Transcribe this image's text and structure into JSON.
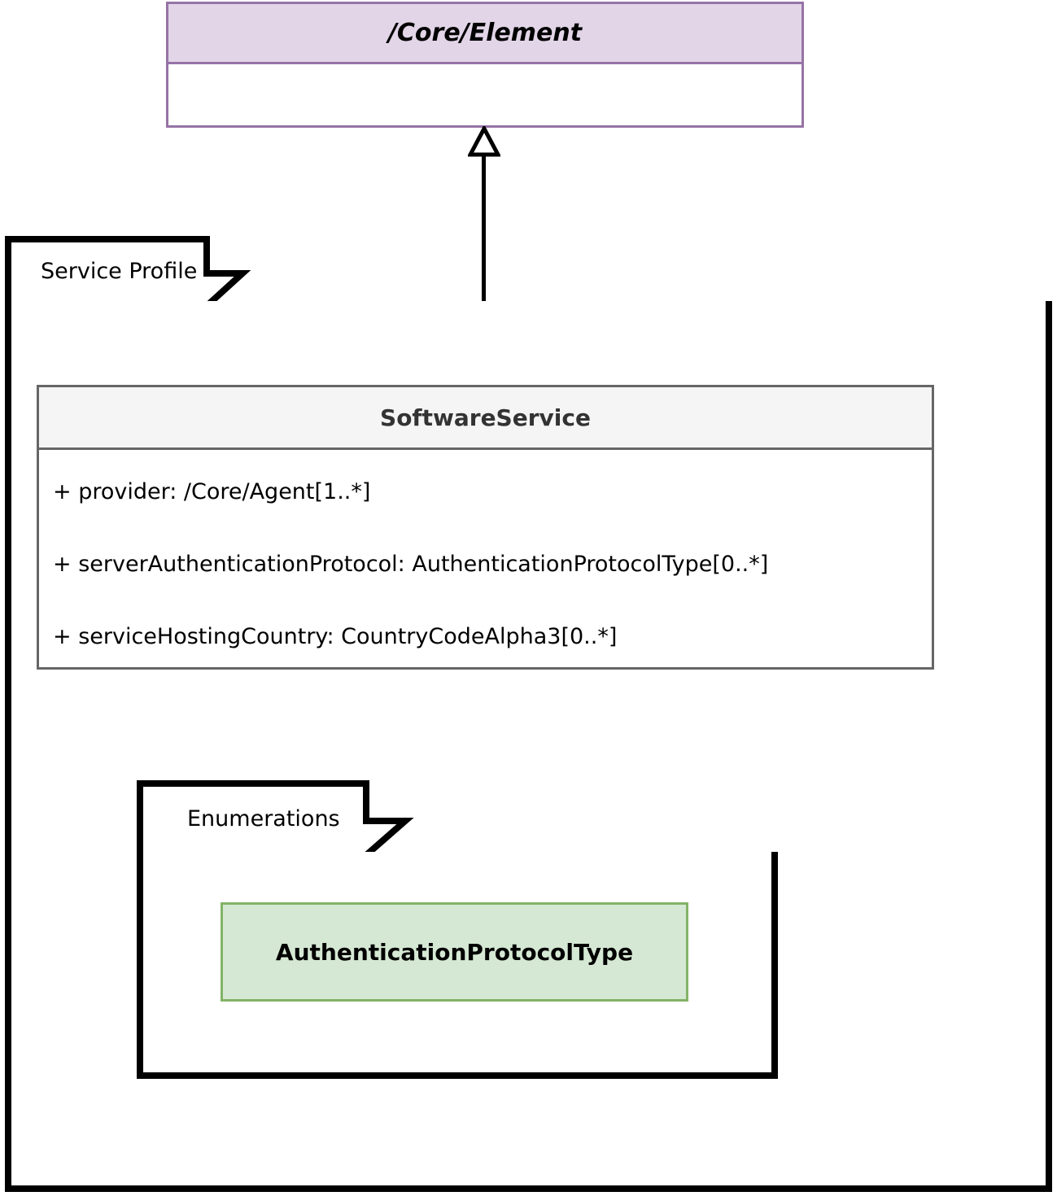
{
  "diagram": {
    "type": "uml-class-diagram",
    "external_class": {
      "name": "/Core/Element",
      "stereotype": "abstract",
      "header_fill": "#E1D5E7",
      "border_color": "#9673A6",
      "compartments": [
        "attributes"
      ]
    },
    "relationship": {
      "kind": "generalization",
      "from": "SoftwareService",
      "to": "/Core/Element",
      "arrow": "hollow-triangle"
    },
    "packages": [
      {
        "name": "Service Profile",
        "border_color": "#000000",
        "classes": [
          {
            "name": "SoftwareService",
            "header_fill": "#F5F5F5",
            "border_color": "#666666",
            "attributes": [
              "+ provider: /Core/Agent[1..*]",
              "+ serverAuthenticationProtocol: AuthenticationProtocolType[0..*]",
              "+ serviceHostingCountry: CountryCodeAlpha3[0..*]"
            ]
          }
        ],
        "packages": [
          {
            "name": "Enumerations",
            "border_color": "#000000",
            "enumerations": [
              {
                "name": "AuthenticationProtocolType",
                "fill": "#D5E8D4",
                "border_color": "#82B366"
              }
            ]
          }
        ]
      }
    ]
  }
}
